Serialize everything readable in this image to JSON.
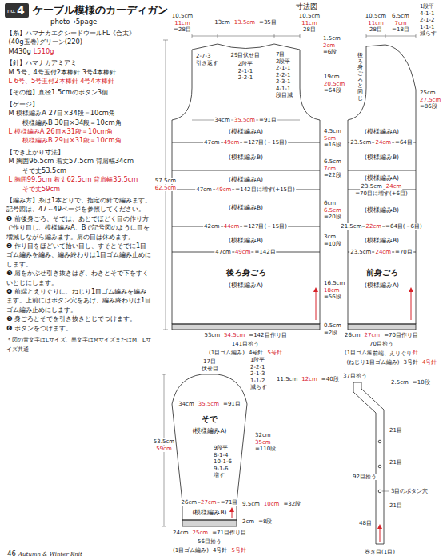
{
  "diagram": {
    "title": "ケーブル模様のカーディガン",
    "nodes": [
      {
        "text": [
          "no.",
          "4"
        ]
      },
      {
        "text": [
          "(模様編みA)",
          "(模様編みB)",
          "(模様編みA)",
          "(模様編みB)",
          "(模様編みB)",
          "後ろ身ごろ",
          "(模様編みA)"
        ]
      },
      {
        "text": [
          "(模様編みA)",
          "(模様編みB)",
          "(模様編みA)",
          "(模様編みB)",
          "(模様編みB)",
          "前身ごろ",
          "(模様編みA)"
        ]
      },
      {
        "text": [
          "そで",
          "(模様編みA)",
          "(模様編みB)"
        ]
      }
    ],
    "labels": [
      "ケーブル模様のカーディガン",
      "photo→5page",
      "寸法図",
      "【糸】ハマナカエクシードウールFL《合太》",
      "(40g玉巻)グリーン(220)",
      "M430g",
      "L510g",
      "【針】ハマナカアミアミ",
      "M 5号、4号玉付2本棒針 3号4本棒針",
      "L 6号、5号玉付2本棒針 4号4本棒針",
      "【その他】直径1.5cmのボタン3個",
      "【ゲージ】",
      "M 模様編みA 27目×34段＝10cm角",
      "模様編みB 30目×34段＝10cm角",
      "L 模様編みA 26目×31段＝10cm角",
      "模様編みB 29目×31段＝10cm角",
      "【でき上がり寸法】",
      "M 胸囲96.5cm 着丈57.5cm 背肩幅34cm",
      "そで丈53.5cm",
      "L 胸囲99.5cm 着丈62.5cm 背肩幅35.5cm",
      "そで丈59cm",
      "【編み方】糸は1本どりで、指定の針で編みます。記号図は、47～49ページを参照してください。",
      "❶ 前後身ごろ、そでは、あとでほどく目の作り方で作り目し、模様編みA、Bで記号図のように目を増減しながら編みます。肩の目は休めます。",
      "❷ 作り目をほどいて拾い目し、すそとそでに1目ゴム編みを編み、編み終わりは1目ゴム編み止めにします。",
      "❸ 肩をかぶせ引き抜きはぎ、わきとそで下をすくいとじにします。",
      "❹ 前端とえりぐりに、ねじり1目ゴム編みを編みます。上前にはボタン穴をあけ、編み終わりは1目ゴム編み止めにします。",
      "❺ 身ごろとそでを引き抜きとじでつけます。",
      "❻ ボタンをつけます。",
      "＊図の青文字はLサイズ、黒文字はMサイズまたはM、Lサイズ共通",
      "10.5cm",
      "11cm",
      "=28目",
      "13cm",
      "13.5cm",
      "=35目",
      "10.5cm",
      "11cm",
      "28目",
      "1.5cm",
      "2cm",
      "=6段",
      "29目伏せ目",
      "2段平",
      "2-1-1",
      "2-2-1",
      "2-7-3",
      "引き返す",
      "7目",
      "2段平",
      "2-1-1",
      "2-2-1",
      "2-3-1",
      "4-1-1",
      "段目減",
      "19cm",
      "20.5cm",
      "=64段",
      "34cm",
      "35.5cm",
      "=91目",
      "47cm",
      "49cm",
      "=127目(－15目)",
      "4.5cm",
      "5cm",
      "=16段",
      "6.5cm",
      "7cm",
      "=22段",
      "47cm",
      "49cm",
      "=142目に増す(+15目)",
      "6cm",
      "6.5cm",
      "=20段",
      "42cm",
      "44cm",
      "=127目(－15目)",
      "3cm",
      "=10段",
      "47cm",
      "49cm",
      "=142目",
      "16.5cm",
      "18cm",
      "=56段",
      "0.5cm",
      "=2段",
      "53cm",
      "54.5cm",
      "=142目作り目",
      "141目拾う",
      "(1目ゴム編み)",
      "4号針",
      "5号針",
      "57.5cm",
      "62.5cm",
      "10.5cm",
      "11cm",
      "28目",
      "6.5cm",
      "7cm",
      "=18目",
      "1段平",
      "4-1-1",
      "2-1-2",
      "1-1-1",
      "減らす",
      "後ろ身ごろと同じ",
      "25cm",
      "27.5cm",
      "=86段",
      "23.5cm",
      "24cm",
      "=64目",
      "23.5cm",
      "24cm",
      "=70目に増す(+6目)",
      "21.5cm",
      "22cm",
      "=64目(－6目)",
      "23.5cm",
      "24cm",
      "=70目",
      "26cm",
      "27cm",
      "=70目作り目",
      "70目拾う",
      "(1目ゴム編み)",
      "4号針",
      "5号針",
      "17目",
      "伏せ目",
      "1段平",
      "2-2-1",
      "2-1-3",
      "1-1-2",
      "減らす",
      "11.5cm",
      "12cm",
      "=40段",
      "34cm",
      "35.5cm",
      "=91目",
      "53.5cm",
      "59cm",
      "32cm",
      "35cm",
      "=110段",
      "9段平",
      "8-1-4",
      "10-1-6",
      "9-1-6",
      "増す",
      "26cm",
      "27cm",
      "=71目",
      "9.5cm",
      "10cm",
      "=32段",
      "2cm",
      "=8段",
      "24cm",
      "25cm",
      "=71目作り目",
      "56目拾う",
      "(1目ゴム編み)",
      "4号針",
      "5号針",
      "前端、えりぐり",
      "(ねじり1目ゴム編み)",
      "3号針",
      "4号針",
      "37目拾う",
      "2.5cm",
      "=10段",
      "21目",
      "21目",
      "92目拾う",
      "3目のボタン穴",
      "21目",
      "48目",
      "巻き目(1目)",
      "46",
      "Autumn & Winter Knit"
    ]
  }
}
